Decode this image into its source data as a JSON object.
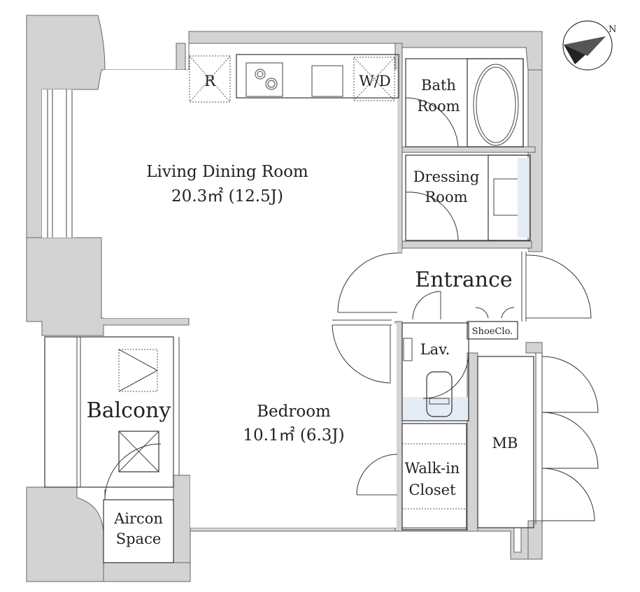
{
  "compass": {
    "north_label": "N",
    "icon": "compass-arrow-icon"
  },
  "rooms": {
    "living": {
      "name": "Living Dining Room",
      "area": "20.3㎡ (12.5J)"
    },
    "bedroom": {
      "name": "Bedroom",
      "area": "10.1㎡ (6.3J)"
    },
    "bath": {
      "line1": "Bath",
      "line2": "Room"
    },
    "dressing": {
      "line1": "Dressing",
      "line2": "Room"
    },
    "entrance": {
      "name": "Entrance"
    },
    "lav": {
      "name": "Lav."
    },
    "walkin": {
      "line1": "Walk-in",
      "line2": "Closet"
    },
    "mb": {
      "name": "MB"
    },
    "balcony": {
      "name": "Balcony"
    },
    "aircon": {
      "line1": "Aircon",
      "line2": "Space"
    },
    "shoe": {
      "name": "ShoeClo."
    },
    "refrigerator": {
      "name": "R"
    },
    "washer": {
      "name": "W/D"
    }
  },
  "colors": {
    "wall": "#d3d3d3",
    "closet_fill": "#e4ecf5",
    "line": "#333333"
  }
}
